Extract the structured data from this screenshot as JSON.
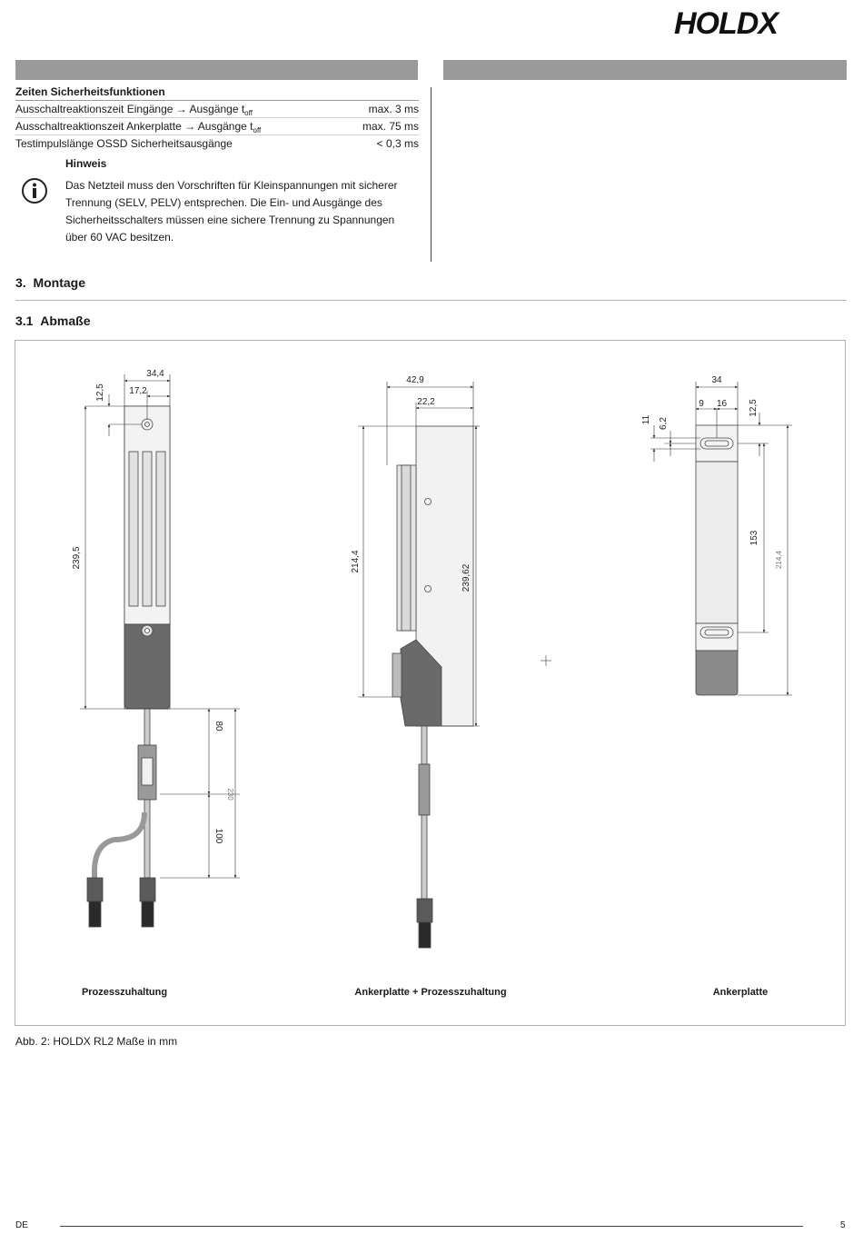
{
  "brand": {
    "logo_text": "HOLDX"
  },
  "safety_times": {
    "title": "Zeiten Sicherheitsfunktionen",
    "rows": [
      {
        "label": "Ausschaltreaktionszeit Eingänge → Ausgänge t",
        "sub": "off",
        "value": "max. 3 ms"
      },
      {
        "label": "Ausschaltreaktionszeit Ankerplatte → Ausgänge t",
        "sub": "off",
        "value": "max. 75 ms"
      },
      {
        "label": "Testimpulslänge OSSD Sicherheitsausgänge",
        "sub": "",
        "value": "< 0,3 ms"
      }
    ]
  },
  "note": {
    "title": "Hinweis",
    "text": "Das Netzteil muss den Vorschriften für Kleinspannungen mit sicherer Trennung (SELV, PELV) entsprechen. Die Ein- und Ausgänge des Sicherheitsschalters müssen eine sichere Trennung zu Spannungen über 60 VAC besitzen."
  },
  "section": {
    "number": "3.",
    "title": "Montage"
  },
  "subsection": {
    "number": "3.1",
    "title": "Abmaße"
  },
  "figure": {
    "captions": [
      "Prozesszuhaltung",
      "Ankerplatte + Prozesszuhaltung",
      "Ankerplatte"
    ],
    "caption": "Abb. 2:  HOLDX RL2 Maße in mm",
    "dims_left": [
      "34,4",
      "17,2",
      "12,5",
      "239,5",
      "80",
      "230",
      "100"
    ],
    "dims_middle": [
      "42,9",
      "22,2",
      "214,4",
      "239,62"
    ],
    "dims_right": [
      "34",
      "9",
      "16",
      "12,5",
      "11",
      "6,2",
      "153",
      "214,4"
    ]
  },
  "footer": {
    "lang": "DE",
    "page": "5"
  }
}
